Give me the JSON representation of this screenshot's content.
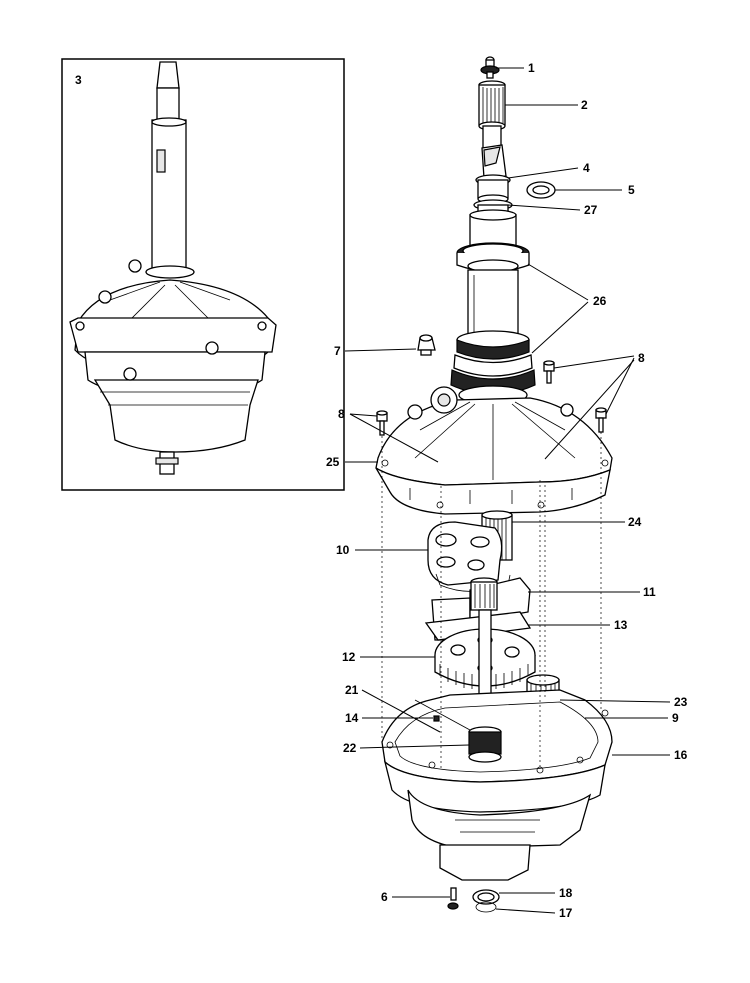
{
  "diagram": {
    "inset_label": "3",
    "callouts": [
      {
        "id": "c1",
        "text": "1"
      },
      {
        "id": "c2",
        "text": "2"
      },
      {
        "id": "c4",
        "text": "4"
      },
      {
        "id": "c5",
        "text": "5"
      },
      {
        "id": "c27",
        "text": "27"
      },
      {
        "id": "c26",
        "text": "26"
      },
      {
        "id": "c7",
        "text": "7"
      },
      {
        "id": "c8a",
        "text": "8"
      },
      {
        "id": "c8b",
        "text": "8"
      },
      {
        "id": "c25",
        "text": "25"
      },
      {
        "id": "c24",
        "text": "24"
      },
      {
        "id": "c10",
        "text": "10"
      },
      {
        "id": "c11",
        "text": "11"
      },
      {
        "id": "c13",
        "text": "13"
      },
      {
        "id": "c12",
        "text": "12"
      },
      {
        "id": "c21",
        "text": "21"
      },
      {
        "id": "c23",
        "text": "23"
      },
      {
        "id": "c14",
        "text": "14"
      },
      {
        "id": "c9",
        "text": "9"
      },
      {
        "id": "c22",
        "text": "22"
      },
      {
        "id": "c16",
        "text": "16"
      },
      {
        "id": "c6",
        "text": "6"
      },
      {
        "id": "c18",
        "text": "18"
      },
      {
        "id": "c17",
        "text": "17"
      }
    ]
  }
}
